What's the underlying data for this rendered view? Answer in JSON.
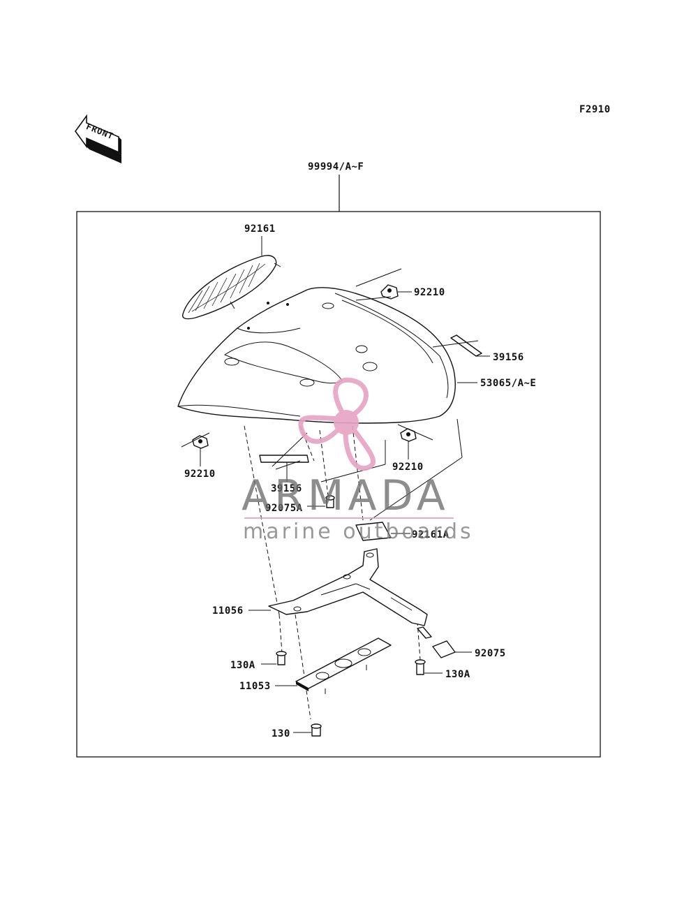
{
  "figure_code": "F2910",
  "front_label": "FRONT",
  "assembly_label": "99994/A~F",
  "parts": {
    "p92161": "92161",
    "p92210_top": "92210",
    "p39156_right": "39156",
    "p53065": "53065/A~E",
    "p92210_left": "92210",
    "p92210_right": "92210",
    "p39156_mid": "39156",
    "p92075A": "92075A",
    "p92161A": "92161A",
    "p11056": "11056",
    "p92075": "92075",
    "p130A_left": "130A",
    "p130A_right": "130A",
    "p11053": "11053",
    "p130": "130"
  },
  "watermark": {
    "brand": "ARMADA",
    "tagline": "marine outboards",
    "color": "#e6a3c3"
  }
}
